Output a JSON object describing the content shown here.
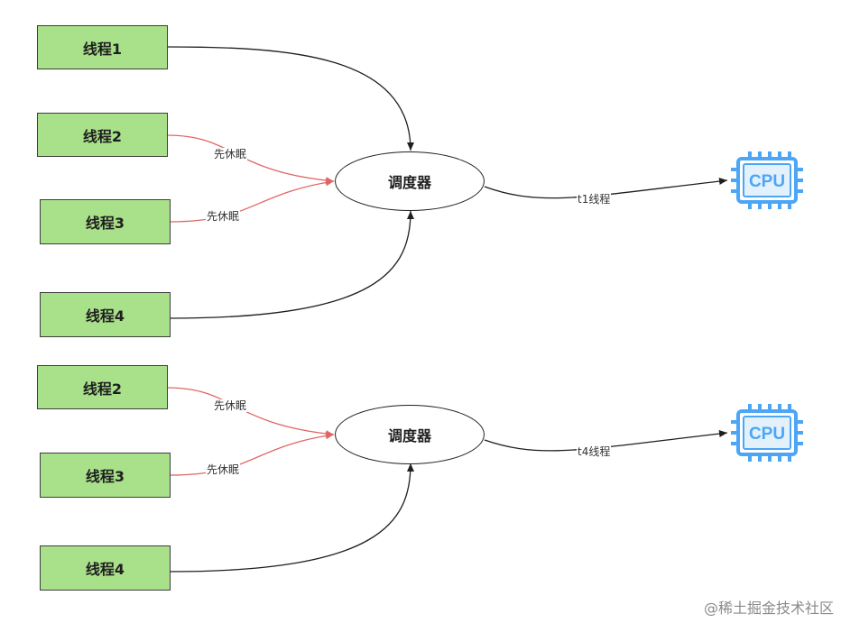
{
  "diagram": {
    "groups": [
      {
        "threads": [
          {
            "id": "t1",
            "label": "线程1"
          },
          {
            "id": "t2",
            "label": "线程2",
            "edge_label": "先休眠"
          },
          {
            "id": "t3",
            "label": "线程3",
            "edge_label": "先休眠"
          },
          {
            "id": "t4",
            "label": "线程4"
          }
        ],
        "scheduler_label": "调度器",
        "output_edge_label": "t1线程",
        "cpu_label": "CPU"
      },
      {
        "threads": [
          {
            "id": "t2",
            "label": "线程2",
            "edge_label": "先休眠"
          },
          {
            "id": "t3",
            "label": "线程3",
            "edge_label": "先休眠"
          },
          {
            "id": "t4",
            "label": "线程4"
          }
        ],
        "scheduler_label": "调度器",
        "output_edge_label": "t4线程",
        "cpu_label": "CPU"
      }
    ],
    "colors": {
      "thread_fill": "#a9e08a",
      "sleep_edge": "#e06666",
      "edge": "#1f1f1f",
      "cpu": "#4da6f5"
    }
  },
  "watermark": "@稀土掘金技术社区"
}
